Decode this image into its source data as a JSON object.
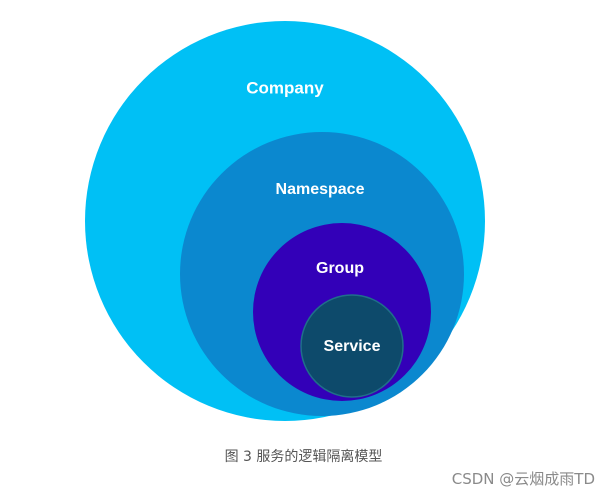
{
  "diagram": {
    "circles": [
      {
        "id": "company",
        "label": "Company",
        "color": "#00c0f5"
      },
      {
        "id": "namespace",
        "label": "Namespace",
        "color": "#0b88cf"
      },
      {
        "id": "group",
        "label": "Group",
        "color": "#3300b8"
      },
      {
        "id": "service",
        "label": "Service",
        "color": "#0d4a6b"
      }
    ]
  },
  "caption": "图 3 服务的逻辑隔离模型",
  "watermark": "CSDN @云烟成雨TD"
}
